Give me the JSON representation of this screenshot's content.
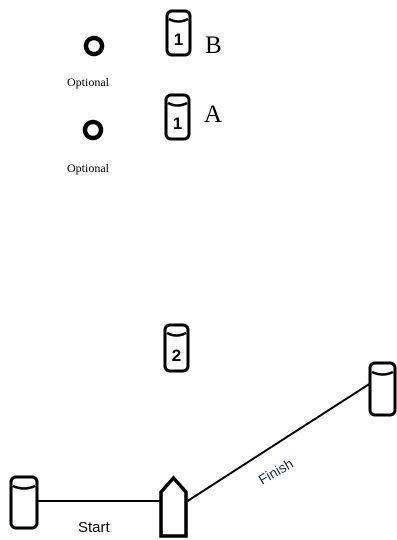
{
  "marks": {
    "buoy_top_number": "1",
    "buoy_mid_number": "1",
    "buoy_lower_number": "2",
    "label_b": "B",
    "label_a": "A",
    "optional_1": "Optional",
    "optional_2": "Optional",
    "start_label": "Start",
    "finish_label": "Finish"
  },
  "colors": {
    "ink": "#000000",
    "finish_text": "#1f2a5e"
  }
}
